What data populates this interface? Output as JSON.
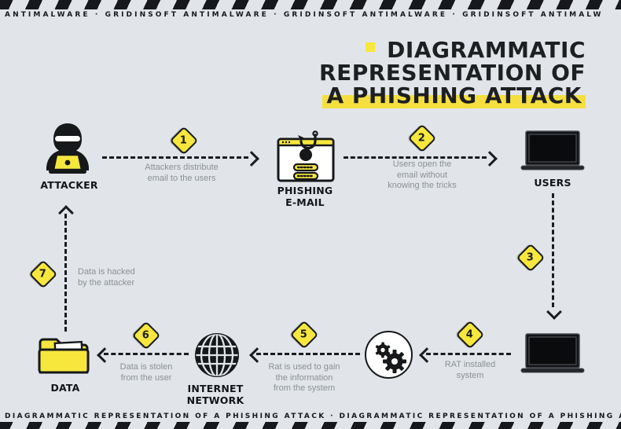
{
  "tickers": {
    "top": "ANTIMALWARE · GRIDINSOFT ANTIMALWARE · GRIDINSOFT ANTIMALWARE · GRIDINSOFT ANTIMALW",
    "bottom": "DIAGRAMMATIC REPRESENTATION OF A PHISHING ATTACK · DIAGRAMMATIC REPRESENTATION OF A PHISHING AT"
  },
  "title": {
    "line1": "DIAGRAMMATIC",
    "line2": "REPRESENTATION OF",
    "line3": "A PHISHING ATTACK"
  },
  "nodes": {
    "attacker": {
      "label": "ATTACKER",
      "icon": "hacker-laptop-icon"
    },
    "phishing_email": {
      "label": "PHISHING\nE-MAIL",
      "icon": "phishing-window-hook-icon"
    },
    "users": {
      "label": "USERS",
      "icon": "laptop-icon"
    },
    "rat_system": {
      "label": "",
      "icon": "laptop-icon"
    },
    "gears": {
      "label": "",
      "icon": "gears-circle-icon"
    },
    "internet": {
      "label": "INTERNET\nNETWORK",
      "icon": "globe-icon"
    },
    "data": {
      "label": "DATA",
      "icon": "folder-icon"
    }
  },
  "steps": [
    {
      "num": "1",
      "caption": "Attackers distribute\nemail to the users"
    },
    {
      "num": "2",
      "caption": "Users open the\nemail without\nknowing the tricks"
    },
    {
      "num": "3",
      "caption": ""
    },
    {
      "num": "4",
      "caption": "RAT installed\nsystem"
    },
    {
      "num": "5",
      "caption": "Rat is used to gain\nthe information\nfrom the system"
    },
    {
      "num": "6",
      "caption": "Data is stolen\nfrom the user"
    },
    {
      "num": "7",
      "caption": "Data is hacked\nby the attacker"
    }
  ],
  "colors": {
    "background": "#e1e5e9",
    "ink": "#16181b",
    "accent_yellow": "#f7e73c",
    "highlight_yellow": "#f5df3f",
    "caption_gray": "#8b9094"
  }
}
